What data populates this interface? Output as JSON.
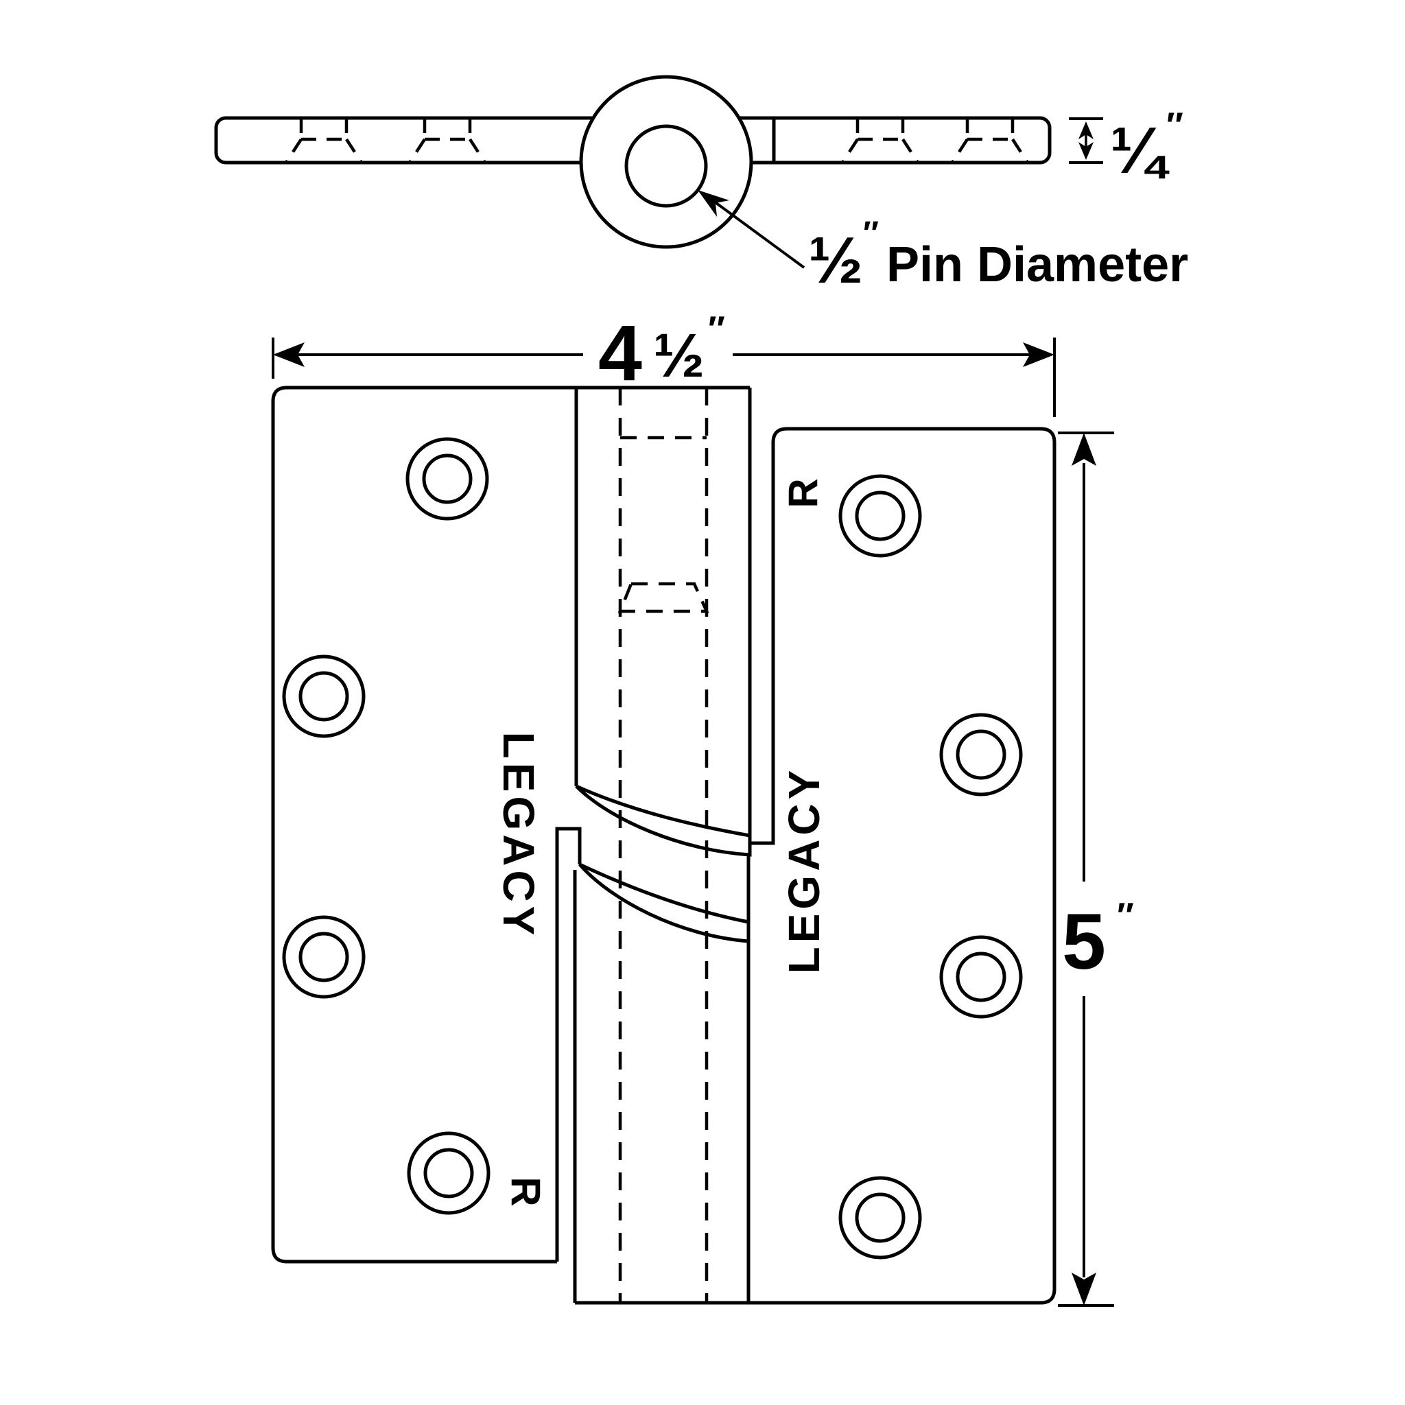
{
  "diagram": {
    "type": "technical-drawing",
    "subject": "door hinge dimensional diagram",
    "top_view": {
      "thickness_dim": {
        "fraction": "¼",
        "unit": "″"
      },
      "pin_callout": {
        "fraction": "½",
        "unit": "″",
        "text": "Pin Diameter"
      }
    },
    "front_view": {
      "width_dim": {
        "whole": "4",
        "fraction": "½",
        "unit": "″"
      },
      "height_dim": {
        "value": "5",
        "unit": "″"
      },
      "brand_left": "LEGACY",
      "brand_right": "LEGACY",
      "hand_mark_left": "R",
      "hand_mark_right": "R"
    },
    "colors": {
      "line": "#000000",
      "hand_mark_gray": "#8a8a8a",
      "background": "#ffffff"
    }
  }
}
